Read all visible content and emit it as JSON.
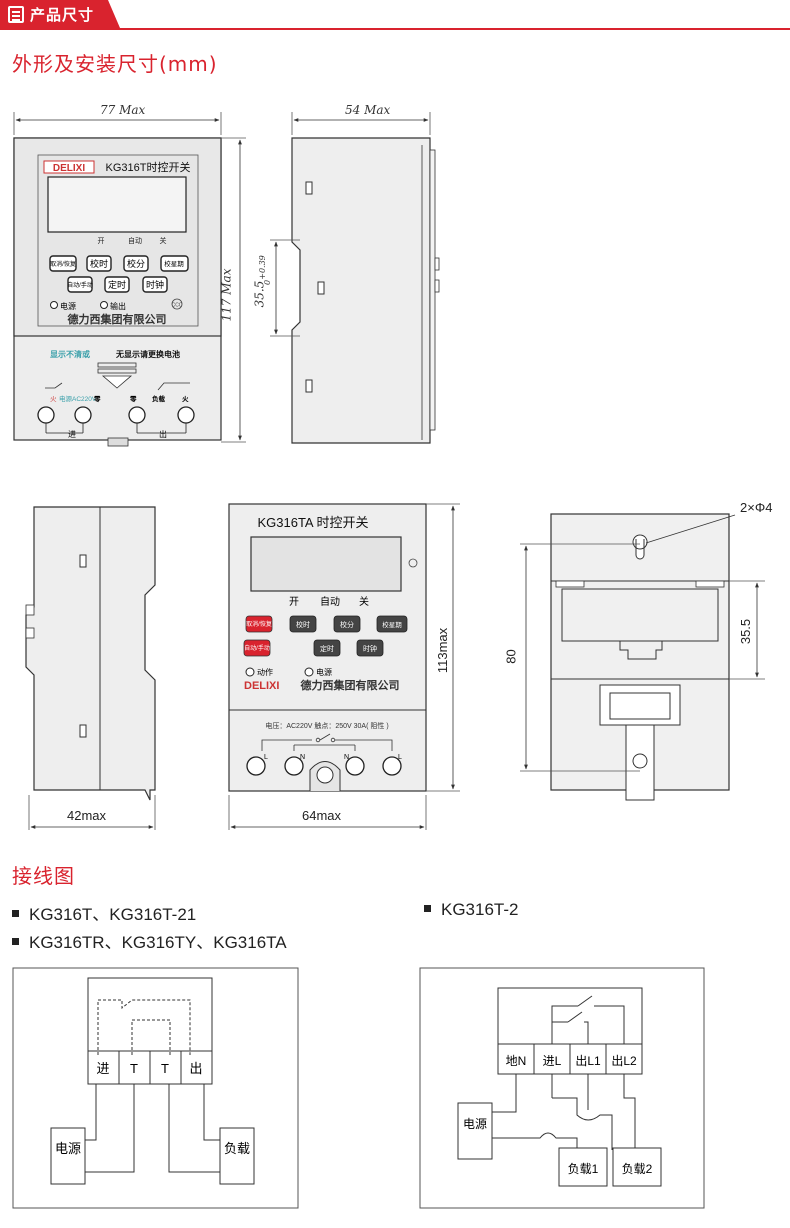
{
  "header": {
    "tab_label": "产品尺寸"
  },
  "sections": {
    "dimensions_title": "外形及安装尺寸(mm)",
    "wiring_title": "接线图"
  },
  "device_t": {
    "brand": "DELIXI",
    "model_title": "KG316T时控开关",
    "mode_labels": [
      "开",
      "自动",
      "关"
    ],
    "buttons_row1": [
      "取消/恢复",
      "校时",
      "校分",
      "校星期"
    ],
    "buttons_row2": [
      "自动/手动",
      "定时",
      "时钟"
    ],
    "indicators": [
      "电源",
      "输出"
    ],
    "company": "德力西集团有限公司",
    "notice_a": "显示不清或",
    "notice_b": "无显示请更换电池",
    "terminal_labels": [
      "火",
      "电源AC220V",
      "零",
      "零",
      "负载",
      "火"
    ],
    "in_label": "进",
    "out_label": "出"
  },
  "dims_top": {
    "width": "77 Max",
    "depth": "54 Max",
    "height": "117 Max",
    "rail": "35.5",
    "rail_tol_upper": "+0.39",
    "rail_tol_lower": "0"
  },
  "device_ta": {
    "model_title": "KG316TA 时控开关",
    "mode_labels": [
      "开",
      "自动",
      "关"
    ],
    "buttons_row1": [
      "取消/恢复",
      "校时",
      "校分",
      "校星期"
    ],
    "buttons_row2": [
      "自动/手动",
      "定时",
      "时钟"
    ],
    "indicators": [
      "动作",
      "电源"
    ],
    "company": "德力西集团有限公司",
    "rating": "电压：AC220V 触点：250V 30A( 阻性 )",
    "terminals": [
      "L",
      "N",
      "N",
      "L"
    ]
  },
  "dims_bottom": {
    "side_width": "42max",
    "front_width": "64max",
    "front_height": "113max",
    "hole_spec": "2×Φ4",
    "back_height": "80",
    "back_rail": "35.5"
  },
  "wiring": {
    "models_left_1": "KG316T、KG316T-21",
    "models_left_2": "KG316TR、KG316TY、KG316TA",
    "models_right": "KG316T-2",
    "left_diagram": {
      "terminals": [
        "进",
        "T",
        "T",
        "出"
      ],
      "source": "电源",
      "load": "负载"
    },
    "right_diagram": {
      "terminals": [
        "地N",
        "进L",
        "出L1",
        "出L2"
      ],
      "source": "电源",
      "load1": "负载1",
      "load2": "负载2"
    }
  }
}
